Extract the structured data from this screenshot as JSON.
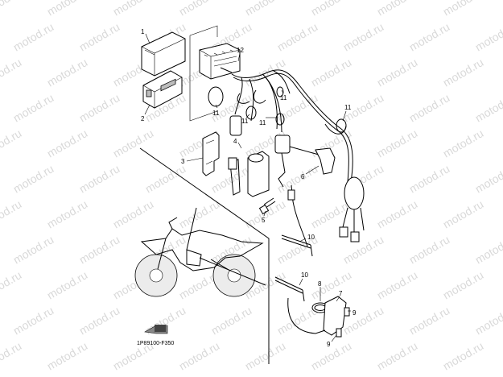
{
  "watermark": {
    "text": "motod.ru"
  },
  "diagram_code": "1P89100-F350",
  "callouts": {
    "c1": "1",
    "c2": "2",
    "c3": "3",
    "c4": "4",
    "c5": "5",
    "c6": "6",
    "c7": "7",
    "c8": "8",
    "c9a": "9",
    "c9b": "9",
    "c10a": "10",
    "c10b": "10",
    "c11a": "11",
    "c11b": "11",
    "c11c": "11",
    "c11d": "11",
    "c11e": "11",
    "c12": "12"
  }
}
